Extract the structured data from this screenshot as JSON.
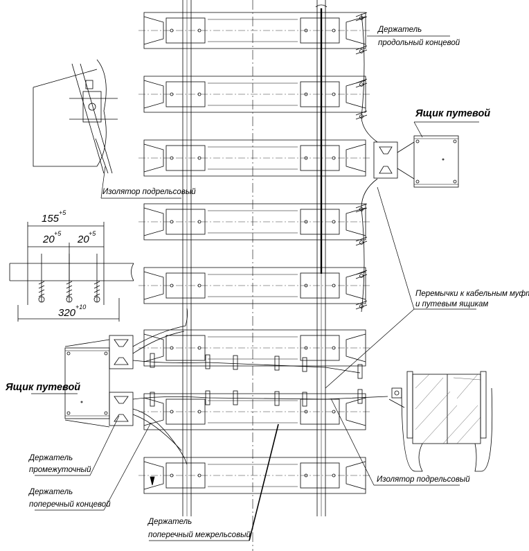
{
  "labels": {
    "holder_longitudinal_end": [
      "Держатель",
      "продольный концевой"
    ],
    "track_box_right": "Ящик путевой",
    "track_box_left": "Ящик путевой",
    "insulator_top": "Изолятор подрельсовый",
    "insulator_bottom": "Изолятор подрельсовый",
    "jumpers": [
      "Перемычки к кабельным муфтам",
      "и путевым ящикам"
    ],
    "holder_intermediate": [
      "Держатель",
      "промежуточный"
    ],
    "holder_transverse_end": [
      "Держатель",
      "поперечный концевой"
    ],
    "holder_transverse_interrail": [
      "Держатель",
      "поперечный межрельсовый"
    ]
  },
  "dimensions": {
    "overall_top": {
      "value": "155",
      "tol": "+5"
    },
    "left_spacing": {
      "value": "20",
      "tol": "+5"
    },
    "right_spacing": {
      "value": "20",
      "tol": "+5"
    },
    "overall_bottom": {
      "value": "320",
      "tol": "+10"
    }
  },
  "colors": {
    "line": "#000000",
    "background": "#ffffff",
    "hatch": "#555555"
  }
}
